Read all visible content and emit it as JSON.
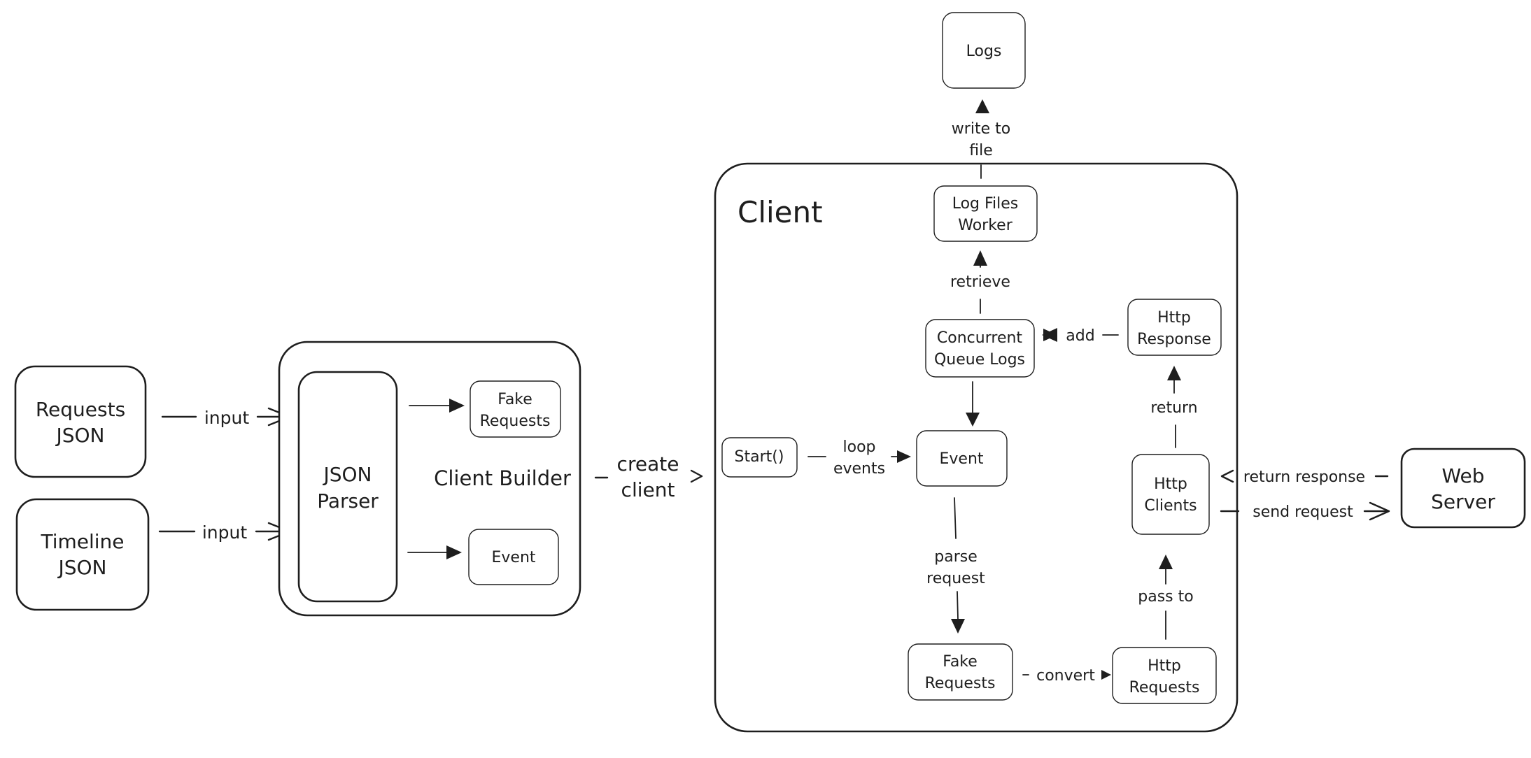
{
  "inputs": {
    "requests_json": [
      "Requests",
      "JSON"
    ],
    "timeline_json": [
      "Timeline",
      "JSON"
    ]
  },
  "client_builder": {
    "title": "Client Builder",
    "parser": [
      "JSON",
      "Parser"
    ],
    "fake_requests": [
      "Fake",
      "Requests"
    ],
    "event": "Event"
  },
  "client": {
    "title": "Client",
    "start": "Start()",
    "event": "Event",
    "fake_requests": [
      "Fake",
      "Requests"
    ],
    "http_requests": [
      "Http",
      "Requests"
    ],
    "http_clients": [
      "Http",
      "Clients"
    ],
    "http_response": [
      "Http",
      "Response"
    ],
    "concurrent_queue_logs": [
      "Concurrent",
      "Queue Logs"
    ],
    "log_files_worker": [
      "Log Files",
      "Worker"
    ]
  },
  "logs": "Logs",
  "web_server": [
    "Web",
    "Server"
  ],
  "edge_labels": {
    "input_requests": "input",
    "input_timeline": "input",
    "create_client": [
      "create",
      "client"
    ],
    "loop_events": [
      "loop",
      "events"
    ],
    "parse_request": [
      "parse",
      "request"
    ],
    "convert": "convert",
    "pass_to": "pass to",
    "return": "return",
    "add": "add",
    "retrieve": "retrieve",
    "write_to_file": [
      "write to",
      "file"
    ],
    "return_response": "return response",
    "send_request": "send request"
  }
}
